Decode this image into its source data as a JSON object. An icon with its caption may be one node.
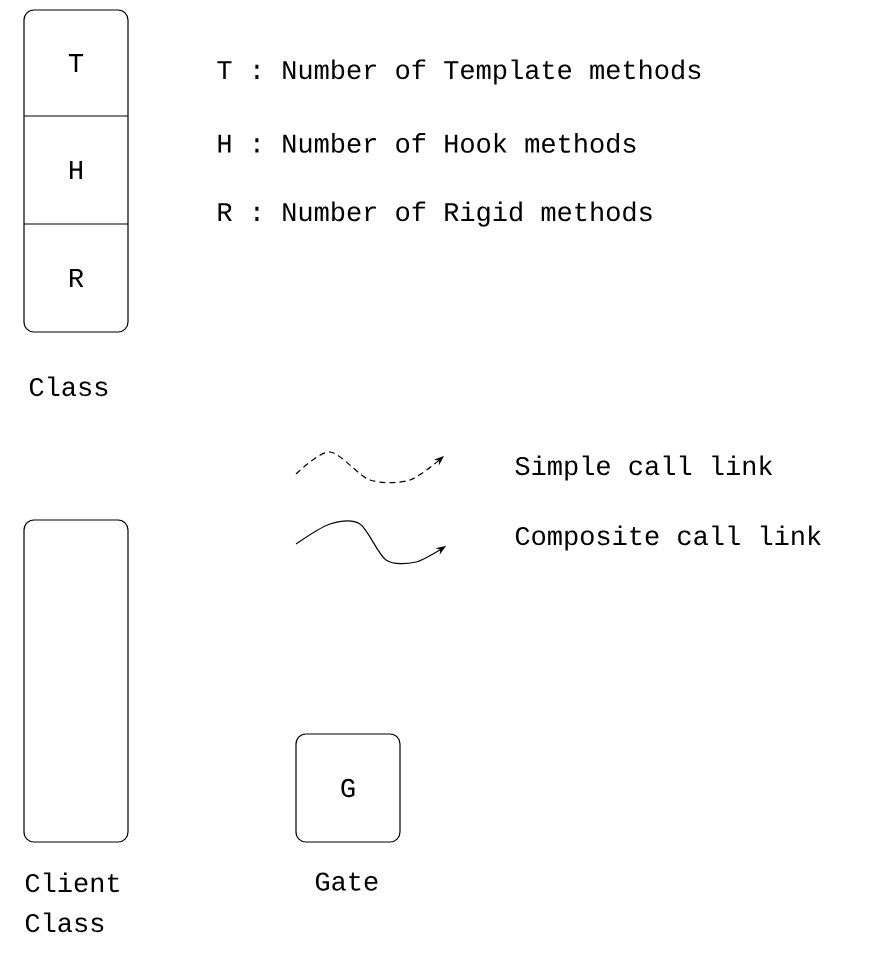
{
  "diagram": {
    "nodes": [
      {
        "text": [],
        "shape": "box",
        "beside": [
          "Class"
        ]
      },
      {
        "text": [
          "T"
        ],
        "in": 0
      },
      {
        "text": [
          "H"
        ],
        "in": 0
      },
      {
        "text": [
          "R"
        ],
        "in": 0
      },
      {
        "text": [],
        "shape": "box",
        "beside": [
          "Client Class"
        ]
      },
      {
        "text": [
          "G"
        ],
        "beside": [
          "Gate"
        ]
      }
    ],
    "edges": [],
    "labels": [
      "T : Number of Template methods",
      "H : Number of Hook methods",
      "R : Number of Rigid methods"
    ],
    "legend": [
      {
        "text": "Simple call link"
      },
      {
        "text": "Composite call link"
      }
    ]
  }
}
